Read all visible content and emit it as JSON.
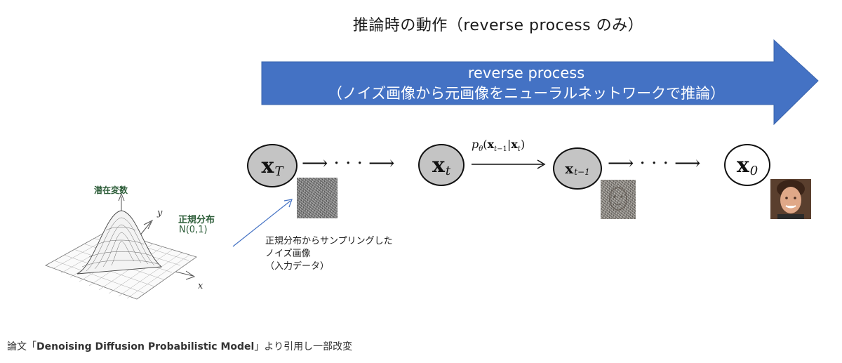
{
  "title": "推論時の動作（reverse process のみ）",
  "big_arrow": {
    "line1": "reverse process",
    "line2": "（ノイズ画像から元画像をニューラルネットワークで推論）",
    "color": "#4472c4"
  },
  "nodes": {
    "xT": {
      "main": "x",
      "sub": "T"
    },
    "xt": {
      "main": "x",
      "sub": "t"
    },
    "xt1": {
      "main": "x",
      "sub": "t−1"
    },
    "x0": {
      "main": "x",
      "sub": "0"
    }
  },
  "transition_label": "p_θ(x_{t−1}|x_t)",
  "gaussian": {
    "axis_label": "潜在変数",
    "dist_line1": "正規分布",
    "dist_line2": "N(0,1)",
    "y_label": "y",
    "x_label": "x",
    "label_color": "#2e5e3a"
  },
  "caption": {
    "line1": "正規分布からサンプリングした",
    "line2": "ノイズ画像",
    "line3": "（入力データ）"
  },
  "footer": {
    "prefix": "論文「",
    "paper": "Denoising Diffusion Probabilistic Model",
    "suffix": "」より引用し一部改変"
  }
}
